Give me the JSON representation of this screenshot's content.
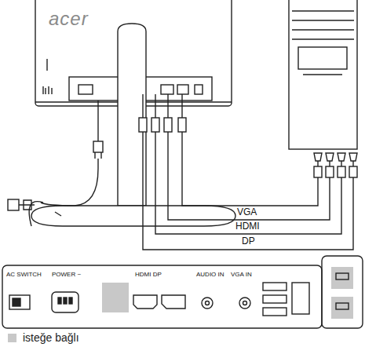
{
  "diagram": {
    "labels": [
      "acer",
      "VGA",
      "HDMI",
      "DP",
      "AC SWITCH",
      "POWER ~",
      "HDMI DP",
      "AUDIO IN",
      "VGA IN"
    ],
    "legend": [
      {
        "text": "isteğe bağlı",
        "color": "#c8c8c8"
      }
    ]
  }
}
